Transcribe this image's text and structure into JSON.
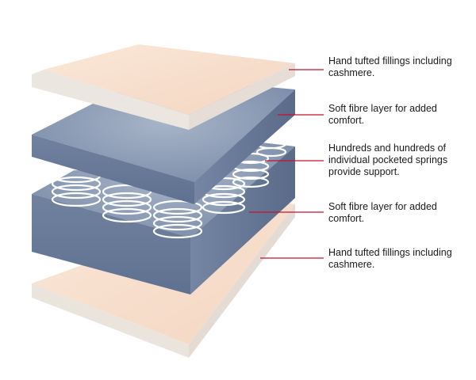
{
  "callouts": [
    {
      "text": "Hand tufted fillings including\ncashmere.",
      "layer": "top-filling"
    },
    {
      "text": "Soft fibre layer for added\ncomfort.",
      "layer": "upper-fibre"
    },
    {
      "text": "Hundreds and hundreds of\nindividual pocketed springs\nprovide support.",
      "layer": "springs"
    },
    {
      "text": "Soft fibre layer for added\ncomfort.",
      "layer": "lower-fibre"
    },
    {
      "text": "Hand tufted fillings including\ncashmere.",
      "layer": "bottom-filling"
    }
  ],
  "colors": {
    "leader_line": "#c8102e",
    "filling_top": "#f7dcc8",
    "filling_edge": "#ece6e0",
    "fibre_top": "#8a9bb5",
    "fibre_front": "#6d7f9b",
    "spring": "#ffffff"
  }
}
